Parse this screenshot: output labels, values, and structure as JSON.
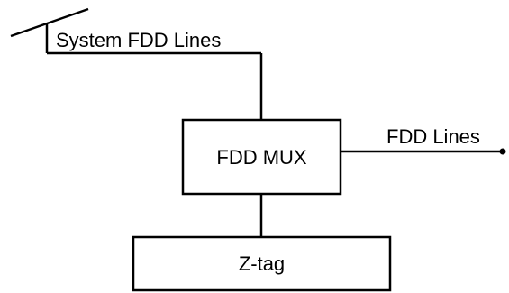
{
  "diagram": {
    "system_lines_label": "System FDD Lines",
    "mux_label": "FDD MUX",
    "output_lines_label": "FDD Lines",
    "ztag_label": "Z-tag"
  }
}
